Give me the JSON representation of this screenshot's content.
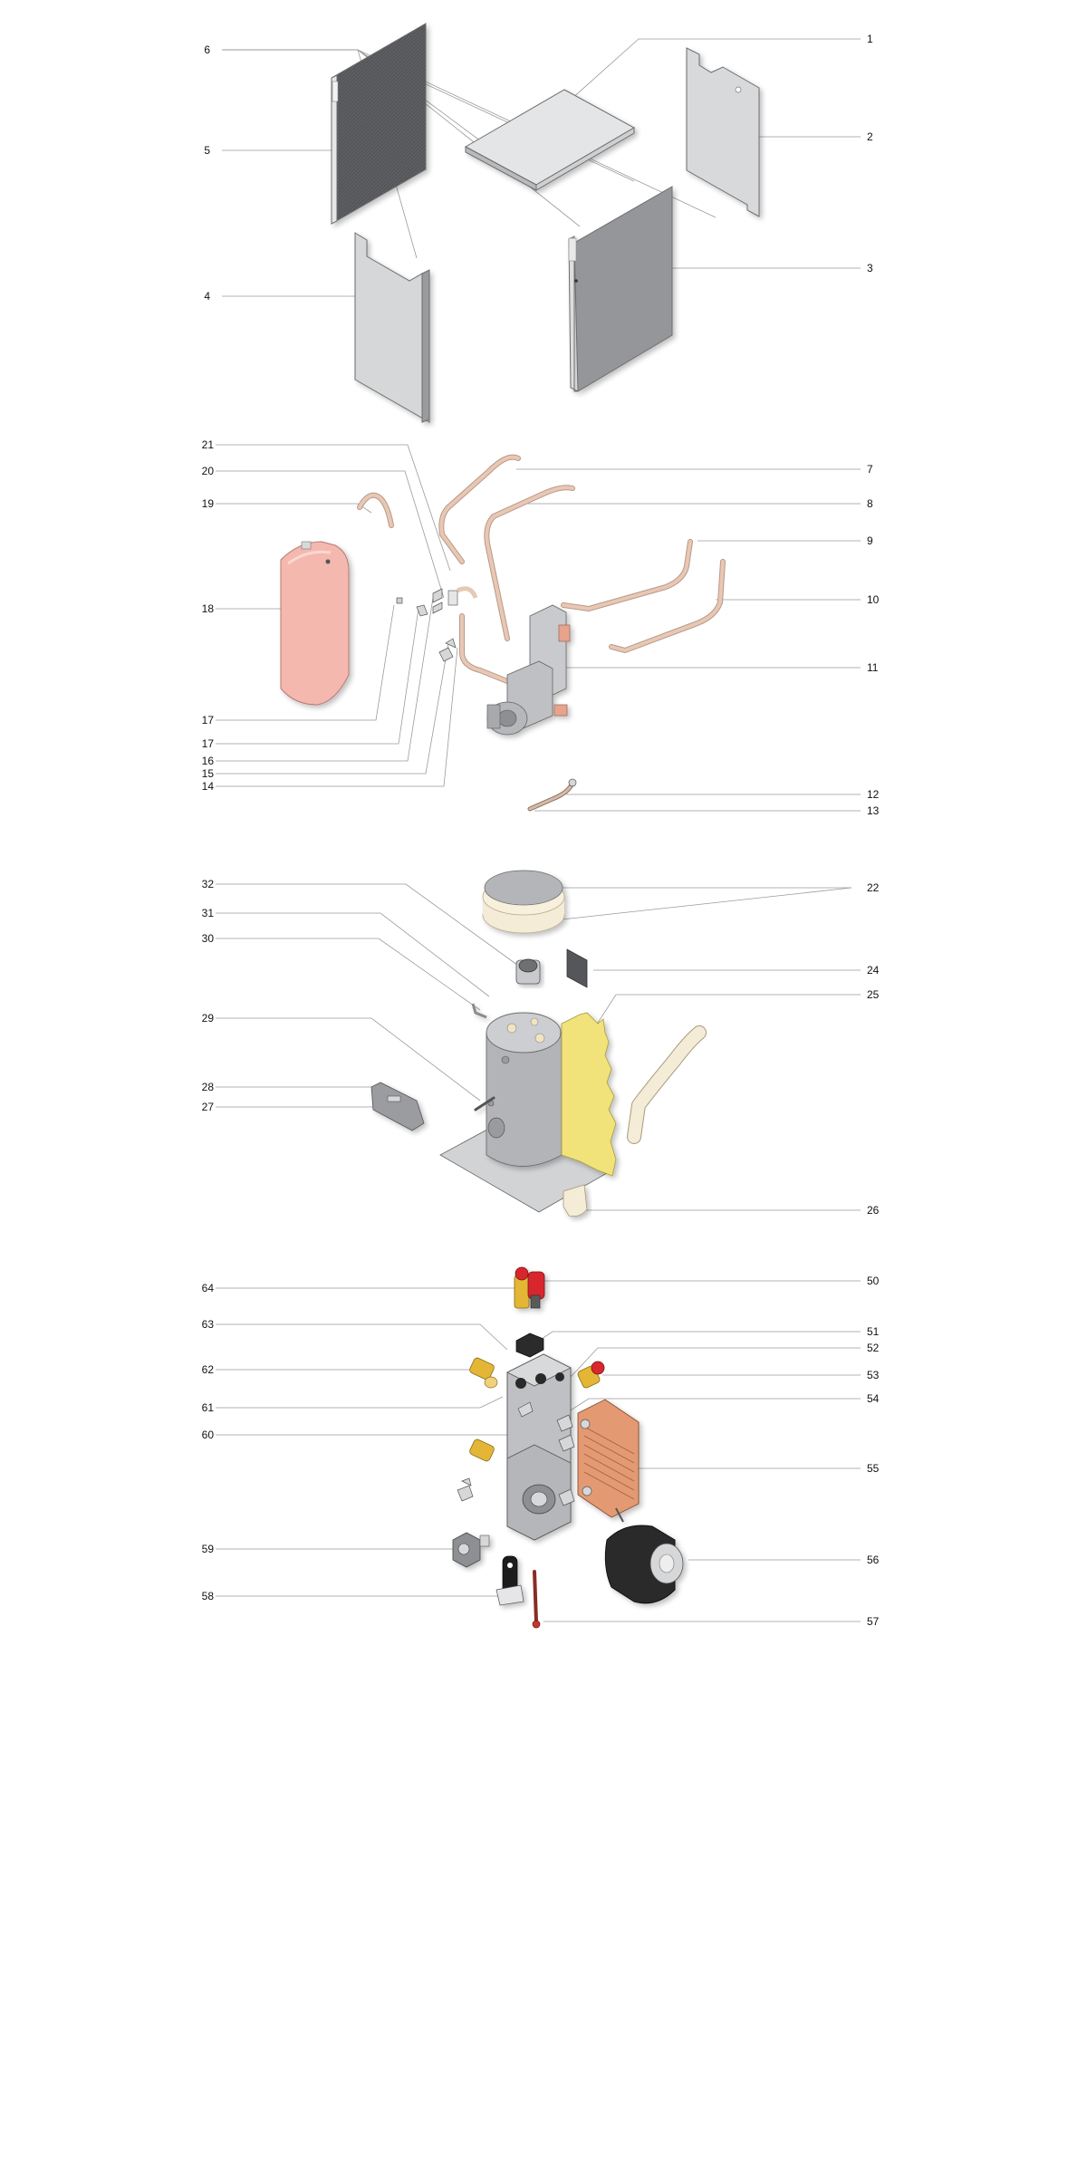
{
  "diagram": {
    "section_1": {
      "labels_left": [
        "6",
        "5",
        "4"
      ],
      "labels_right": [
        "1",
        "2",
        "3"
      ]
    },
    "section_2": {
      "labels_left": [
        "21",
        "20",
        "19",
        "18",
        "17",
        "17",
        "16",
        "15",
        "14"
      ],
      "labels_right": [
        "7",
        "8",
        "9",
        "10",
        "11",
        "12",
        "13"
      ]
    },
    "section_3": {
      "labels_left": [
        "32",
        "31",
        "30",
        "29",
        "28",
        "27"
      ],
      "labels_right": [
        "22",
        "24",
        "25",
        "26"
      ]
    },
    "section_4": {
      "labels_left": [
        "64",
        "63",
        "62",
        "61",
        "60",
        "59",
        "58"
      ],
      "labels_right": [
        "50",
        "51",
        "52",
        "53",
        "54",
        "55",
        "56",
        "57"
      ]
    }
  },
  "colors": {
    "panel_dark": "#5b5c60",
    "panel_light": "#d8d9db",
    "panel_mid": "#9fa0a3",
    "copper_pipe": "#e8c8b5",
    "expansion_vessel": "#f4b8ae",
    "insulation": "#f1e27a",
    "cream": "#f4ecd6",
    "brass": "#e3b635",
    "valve_red": "#d8282e",
    "heat_exchanger": "#e39a72",
    "pump_black": "#2b2b2b"
  }
}
